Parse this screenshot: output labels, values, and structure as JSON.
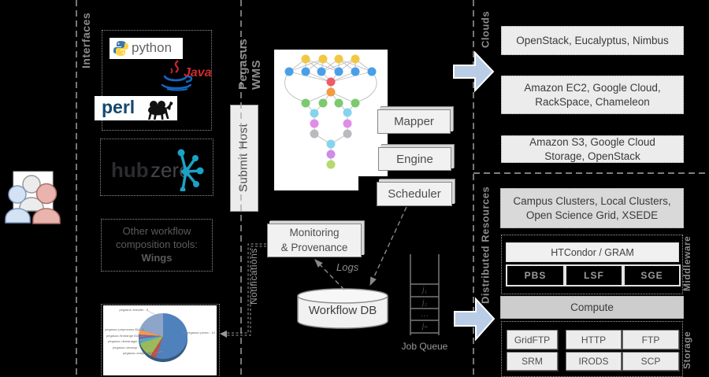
{
  "labels": {
    "interfaces": "Interfaces",
    "pegasus_wms": "Pegasus WMS",
    "submit_host": "Submit Host",
    "notifications": "Notifications",
    "clouds": "Clouds",
    "distributed_resources": "Distributed Resources",
    "middleware": "Middleware",
    "storage": "Storage"
  },
  "interfaces": {
    "python": "python",
    "java": "Java",
    "perl": "perl",
    "hub": "hub",
    "zero": "zero",
    "other1": "Other workflow",
    "other2": "composition tools:",
    "other3": "Wings"
  },
  "pie_chart": {
    "type": "pie",
    "title": "",
    "legend_position": "none",
    "slices": [
      {
        "label": "pegasus::pexec : 10",
        "value": 55,
        "color": "#4F81BD"
      },
      {
        "label": "pegasus::analyze ID3 : 1",
        "value": 4,
        "color": "#C0504D"
      },
      {
        "label": "pegasus::cleanup : 4",
        "value": 11,
        "color": "#9BBB59"
      },
      {
        "label": "pegasus::dirmanager : 1",
        "value": 3,
        "color": "#4BACC6"
      },
      {
        "label": "pegasus::findrange ID2 : 1",
        "value": 3,
        "color": "#8064A2"
      },
      {
        "label": "pegasus::preprocess ID1 : 1",
        "value": 3,
        "color": "#F79646"
      },
      {
        "label": "pegasus::transfer : 8",
        "value": 21,
        "color": "#8DA5C8"
      }
    ]
  },
  "wms": {
    "mapper": "Mapper",
    "engine": "Engine",
    "scheduler": "Scheduler",
    "monitoring1": "Monitoring",
    "monitoring2": "& Provenance",
    "logs": "Logs",
    "workflow_db": "Workflow DB"
  },
  "job_queue": {
    "label": "Job Queue",
    "cells": [
      "j₁",
      "j₂",
      "…",
      "jₙ"
    ]
  },
  "clouds_boxes": [
    "OpenStack, Eucalyptus, Nimbus",
    "Amazon EC2, Google Cloud, RackSpace, Chameleon",
    "Amazon S3, Google Cloud Storage, OpenStack"
  ],
  "resources": {
    "campus": "Campus Clusters, Local Clusters, Open Science Grid, XSEDE",
    "htcondor": "HTCondor / GRAM",
    "batch": [
      "PBS",
      "LSF",
      "SGE"
    ],
    "compute": "Compute",
    "storage_row1": [
      "GridFTP",
      "HTTP",
      "FTP"
    ],
    "storage_row2": [
      "SRM",
      "IRODS",
      "SCP"
    ]
  }
}
